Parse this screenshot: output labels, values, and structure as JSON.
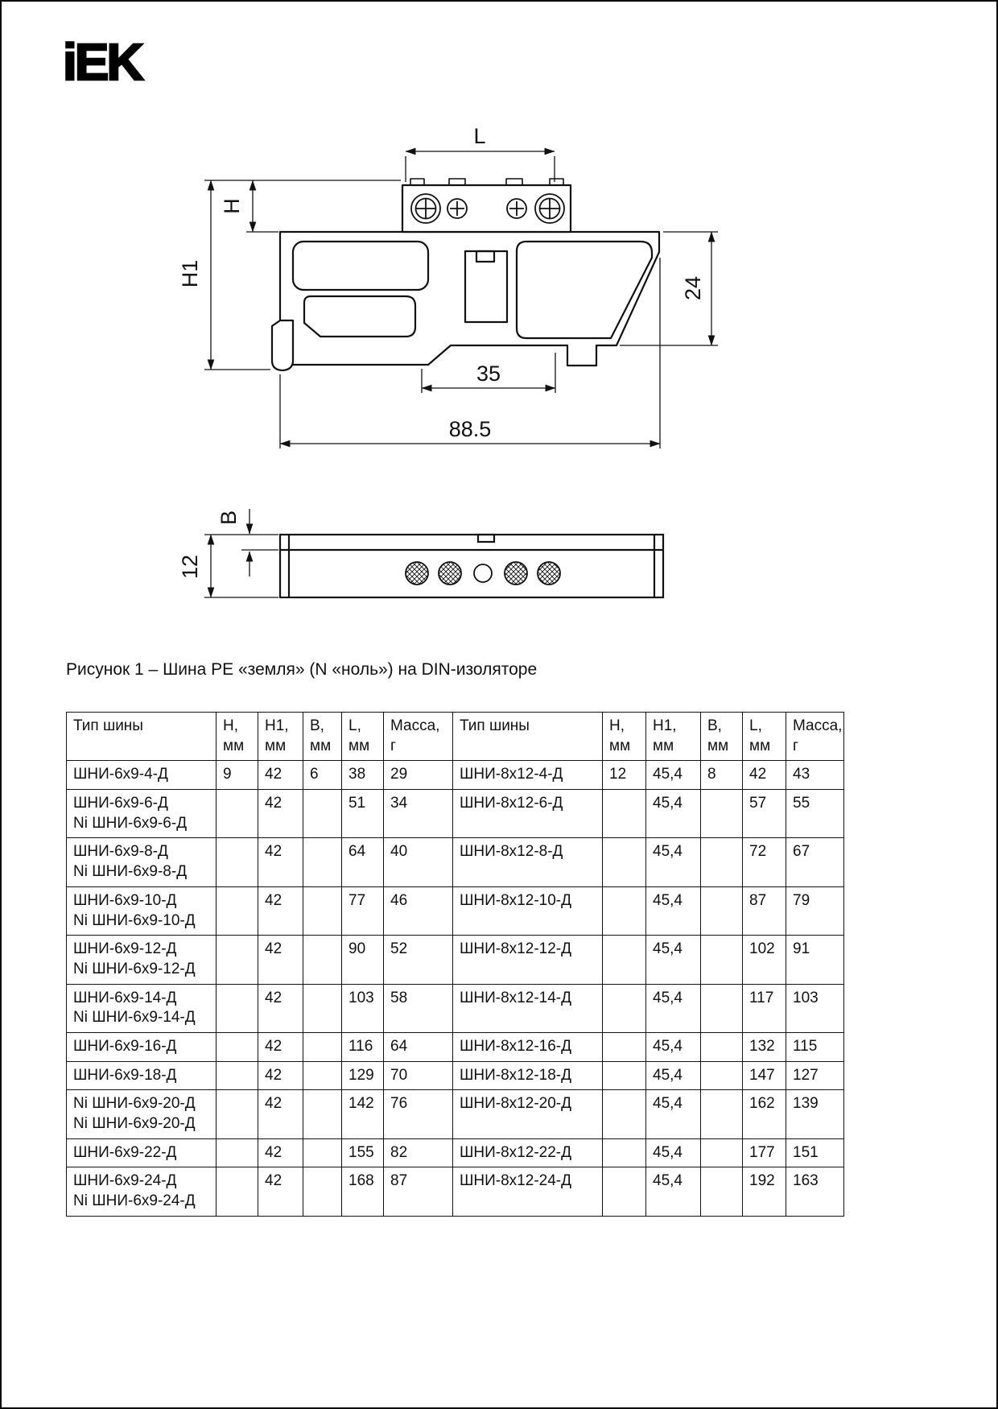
{
  "page": {
    "logo_text": "iEK",
    "caption": "Рисунок 1 – Шина PE «земля» (N «ноль») на DIN-изоляторе"
  },
  "drawing": {
    "dims": {
      "L": "L",
      "H": "H",
      "H1": "H1",
      "n24": "24",
      "n35": "35",
      "n885": "88.5",
      "B": "В",
      "n12": "12"
    }
  },
  "table": {
    "headers": [
      "Тип шины",
      "Н,\nмм",
      "H1,\nмм",
      "В,\nмм",
      "L,\nмм",
      "Масса,\nг",
      "Тип шины",
      "Н,\nмм",
      "H1, мм",
      "В,\nмм",
      "L,\nмм",
      "Масса,\nг"
    ],
    "rows": [
      [
        "ШНИ-6х9-4-Д",
        "9",
        "42",
        "6",
        "38",
        "29",
        "ШНИ-8х12-4-Д",
        "12",
        "45,4",
        "8",
        "42",
        "43"
      ],
      [
        "ШНИ-6х9-6-Д\nNi ШНИ-6х9-6-Д",
        "",
        "42",
        "",
        "51",
        "34",
        "ШНИ-8х12-6-Д",
        "",
        "45,4",
        "",
        "57",
        "55"
      ],
      [
        "ШНИ-6х9-8-Д\nNi ШНИ-6х9-8-Д",
        "",
        "42",
        "",
        "64",
        "40",
        "ШНИ-8х12-8-Д",
        "",
        "45,4",
        "",
        "72",
        "67"
      ],
      [
        "ШНИ-6х9-10-Д\nNi ШНИ-6х9-10-Д",
        "",
        "42",
        "",
        "77",
        "46",
        "ШНИ-8х12-10-Д",
        "",
        "45,4",
        "",
        "87",
        "79"
      ],
      [
        "ШНИ-6х9-12-Д\nNi ШНИ-6х9-12-Д",
        "",
        "42",
        "",
        "90",
        "52",
        "ШНИ-8х12-12-Д",
        "",
        "45,4",
        "",
        "102",
        "91"
      ],
      [
        "ШНИ-6х9-14-Д\nNi ШНИ-6х9-14-Д",
        "",
        "42",
        "",
        "103",
        "58",
        "ШНИ-8х12-14-Д",
        "",
        "45,4",
        "",
        "117",
        "103"
      ],
      [
        "ШНИ-6х9-16-Д",
        "",
        "42",
        "",
        "116",
        "64",
        "ШНИ-8х12-16-Д",
        "",
        "45,4",
        "",
        "132",
        "115"
      ],
      [
        "ШНИ-6х9-18-Д",
        "",
        "42",
        "",
        "129",
        "70",
        "ШНИ-8х12-18-Д",
        "",
        "45,4",
        "",
        "147",
        "127"
      ],
      [
        "Ni ШНИ-6х9-20-Д\nNi ШНИ-6х9-20-Д",
        "",
        "42",
        "",
        "142",
        "76",
        "ШНИ-8х12-20-Д",
        "",
        "45,4",
        "",
        "162",
        "139"
      ],
      [
        "ШНИ-6х9-22-Д",
        "",
        "42",
        "",
        "155",
        "82",
        "ШНИ-8х12-22-Д",
        "",
        "45,4",
        "",
        "177",
        "151"
      ],
      [
        "ШНИ-6х9-24-Д\nNi ШНИ-6х9-24-Д",
        "",
        "42",
        "",
        "168",
        "87",
        "ШНИ-8х12-24-Д",
        "",
        "45,4",
        "",
        "192",
        "163"
      ]
    ]
  }
}
